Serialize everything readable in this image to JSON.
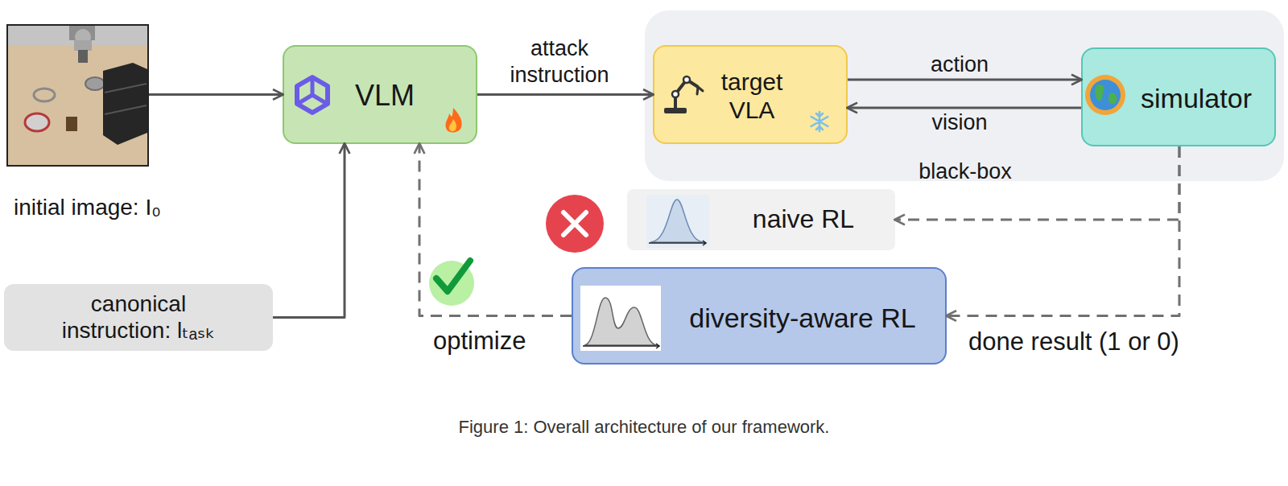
{
  "diagram": {
    "caption": "Figure 1: Overall architecture of our framework.",
    "nodes": [
      {
        "text": [
          "initial image: I₀"
        ]
      },
      {
        "text": [
          "VLM"
        ]
      },
      {
        "text": [
          "black-box"
        ]
      },
      {
        "text": [
          "target VLA"
        ],
        "in": 2
      },
      {
        "text": [
          "simulator"
        ],
        "in": 2
      },
      {
        "text": [
          "naive RL"
        ]
      },
      {
        "text": [
          "canonical instruction: lₜₐₛₖ"
        ]
      },
      {
        "text": [
          "diversity-aware RL"
        ]
      }
    ],
    "edges": [
      {
        "from": 0,
        "to": 1,
        "arrow": "to"
      },
      {
        "from": 6,
        "to": 1,
        "arrow": "to"
      },
      {
        "from": 1,
        "to": 3,
        "arrow": "to",
        "label": "attack instruction"
      },
      {
        "from": 3,
        "to": 4,
        "arrow": "to",
        "label": "action"
      },
      {
        "from": 4,
        "to": 3,
        "arrow": "to",
        "label": "vision"
      },
      {
        "from": 4,
        "to": 5,
        "arrow": "to"
      },
      {
        "from": 4,
        "to": 7,
        "arrow": "to",
        "label": "done result (1 or 0)"
      },
      {
        "from": 7,
        "to": 1,
        "arrow": "to",
        "label": "optimize"
      }
    ]
  }
}
